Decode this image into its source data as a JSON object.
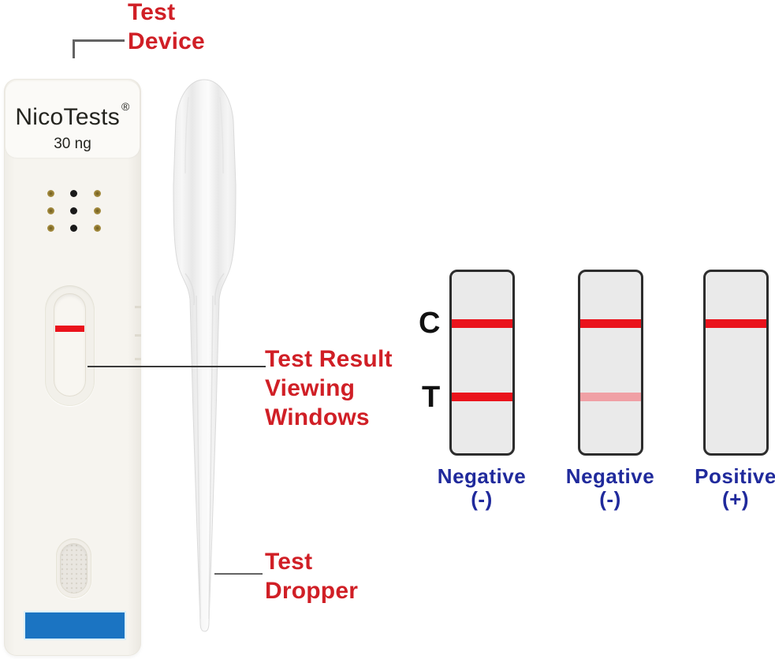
{
  "device": {
    "brand": "NicoTests",
    "trademark": "®",
    "strength": "30 ng"
  },
  "callouts": {
    "test_device": {
      "line1": "Test",
      "line2": "Device"
    },
    "viewing_windows": {
      "line1": "Test Result",
      "line2": "Viewing",
      "line3": "Windows"
    },
    "test_dropper": {
      "line1": "Test",
      "line2": "Dropper"
    }
  },
  "results": {
    "c_label": "C",
    "t_label": "T",
    "strips": [
      {
        "result": "Negative",
        "symbol": "(-)",
        "c_line": "strong",
        "t_line": "strong"
      },
      {
        "result": "Negative",
        "symbol": "(-)",
        "c_line": "strong",
        "t_line": "faint"
      },
      {
        "result": "Positive",
        "symbol": "(+)",
        "c_line": "strong",
        "t_line": "none"
      }
    ]
  },
  "colors": {
    "label_red": "#d01f26",
    "line_red": "#ea131c",
    "line_faint": "#f0a0a5",
    "result_blue": "#202a9c",
    "band_blue": "#1b74c2",
    "dot_gold": "#a1883c",
    "dot_black": "#1a1a1a"
  }
}
